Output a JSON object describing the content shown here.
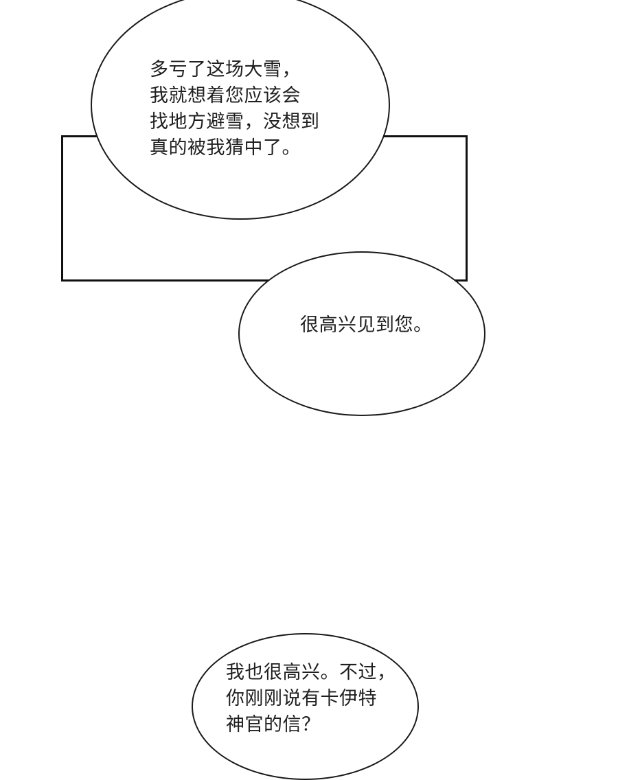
{
  "panel": {
    "border_color": "#111111"
  },
  "bubbles": [
    {
      "lines": [
        "多亏了这场大雪，",
        "我就想着您应该会",
        "找地方避雪，没想到",
        "真的被我猜中了。"
      ]
    },
    {
      "lines": [
        "很高兴见到您。"
      ]
    },
    {
      "lines": [
        "我也很高兴。不过，",
        "你刚刚说有卡伊特",
        "神官的信？"
      ]
    }
  ]
}
